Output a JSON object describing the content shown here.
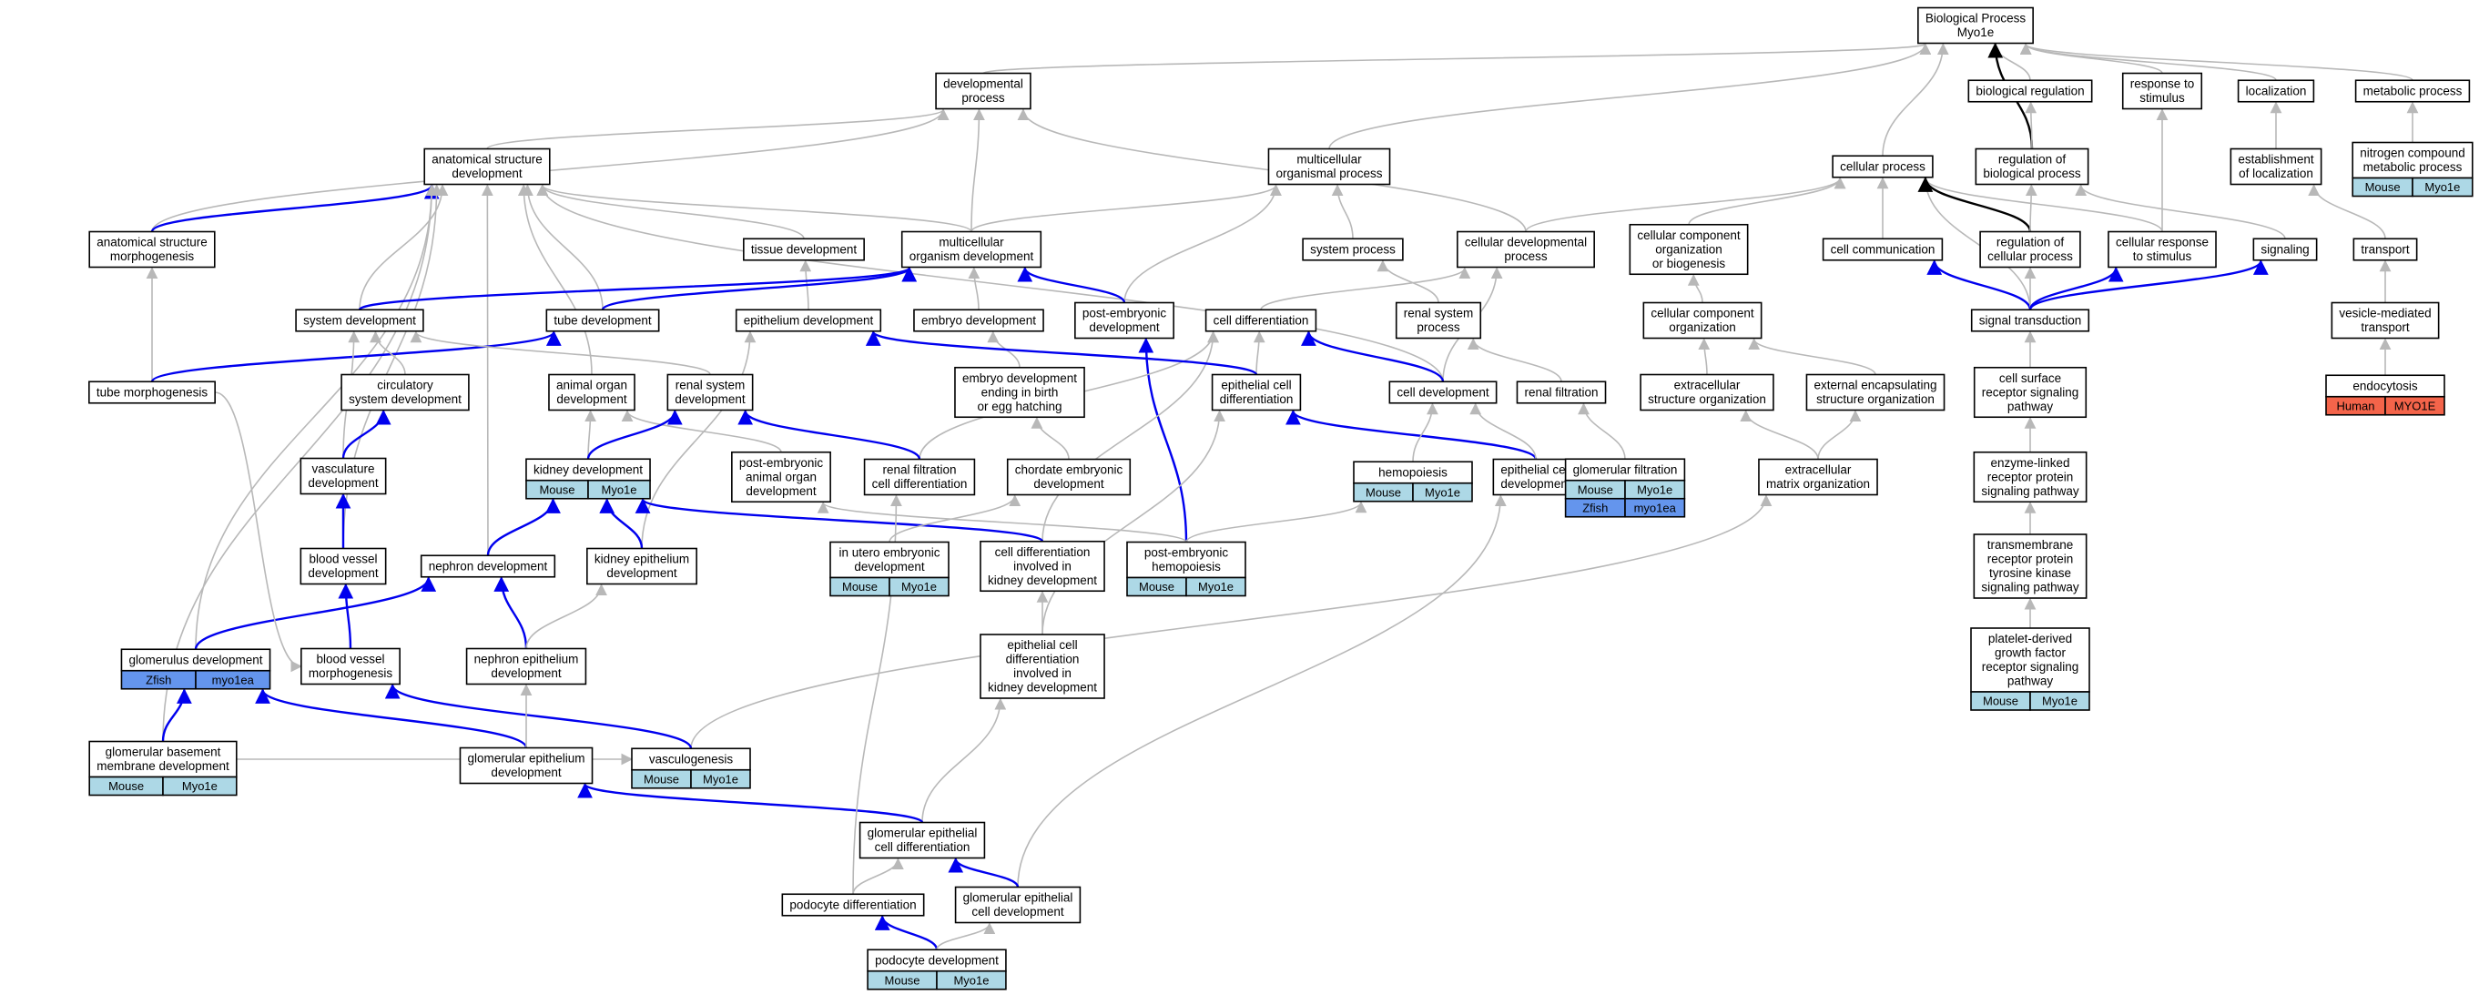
{
  "colors": {
    "mouse": "#add8e6",
    "zfish": "#6495ed",
    "human": "#f4644a",
    "gray_edge": "#b8b8b8",
    "blue_edge": "#0000ee",
    "black_edge": "#000000"
  },
  "nodes": [
    {
      "id": "bp",
      "lines": [
        "Biological Process",
        "Myo1e"
      ]
    },
    {
      "id": "dev",
      "lines": [
        "developmental",
        "process"
      ]
    },
    {
      "id": "bioreg",
      "lines": [
        "biological regulation"
      ]
    },
    {
      "id": "rts",
      "lines": [
        "response to",
        "stimulus"
      ]
    },
    {
      "id": "loc",
      "lines": [
        "localization"
      ]
    },
    {
      "id": "meta",
      "lines": [
        "metabolic process"
      ]
    },
    {
      "id": "asd",
      "lines": [
        "anatomical structure",
        "development"
      ]
    },
    {
      "id": "mop",
      "lines": [
        "multicellular",
        "organismal process"
      ]
    },
    {
      "id": "cp",
      "lines": [
        "cellular process"
      ]
    },
    {
      "id": "regbp",
      "lines": [
        "regulation of",
        "biological process"
      ]
    },
    {
      "id": "eol",
      "lines": [
        "establishment",
        "of localization"
      ]
    },
    {
      "id": "ncmp",
      "lines": [
        "nitrogen compound",
        "metabolic process"
      ],
      "species": [
        {
          "org": "Mouse",
          "gene": "Myo1e",
          "color": "mouse"
        }
      ]
    },
    {
      "id": "asm",
      "lines": [
        "anatomical structure",
        "morphogenesis"
      ]
    },
    {
      "id": "td",
      "lines": [
        "tissue development"
      ]
    },
    {
      "id": "mod",
      "lines": [
        "multicellular",
        "organism development"
      ]
    },
    {
      "id": "sp",
      "lines": [
        "system process"
      ]
    },
    {
      "id": "cdp",
      "lines": [
        "cellular developmental",
        "process"
      ]
    },
    {
      "id": "ccob",
      "lines": [
        "cellular component",
        "organization",
        "or biogenesis"
      ]
    },
    {
      "id": "cc",
      "lines": [
        "cell communication"
      ]
    },
    {
      "id": "regcp",
      "lines": [
        "regulation of",
        "cellular process"
      ]
    },
    {
      "id": "crs",
      "lines": [
        "cellular response",
        "to stimulus"
      ]
    },
    {
      "id": "sig",
      "lines": [
        "signaling"
      ]
    },
    {
      "id": "trans",
      "lines": [
        "transport"
      ]
    },
    {
      "id": "sysdev",
      "lines": [
        "system development"
      ]
    },
    {
      "id": "tubedev",
      "lines": [
        "tube development"
      ]
    },
    {
      "id": "epidev",
      "lines": [
        "epithelium development"
      ]
    },
    {
      "id": "embdev",
      "lines": [
        "embryo development"
      ]
    },
    {
      "id": "ped",
      "lines": [
        "post-embryonic",
        "development"
      ]
    },
    {
      "id": "celldiff",
      "lines": [
        "cell differentiation"
      ]
    },
    {
      "id": "rsp",
      "lines": [
        "renal system",
        "process"
      ]
    },
    {
      "id": "cco",
      "lines": [
        "cellular component",
        "organization"
      ]
    },
    {
      "id": "st",
      "lines": [
        "signal transduction"
      ]
    },
    {
      "id": "vmt",
      "lines": [
        "vesicle-mediated",
        "transport"
      ]
    },
    {
      "id": "tubemorph",
      "lines": [
        "tube morphogenesis"
      ]
    },
    {
      "id": "csd",
      "lines": [
        "circulatory",
        "system development"
      ]
    },
    {
      "id": "aod",
      "lines": [
        "animal organ",
        "development"
      ]
    },
    {
      "id": "rsd",
      "lines": [
        "renal system",
        "development"
      ]
    },
    {
      "id": "edeb",
      "lines": [
        "embryo development",
        "ending in birth",
        "or egg hatching"
      ]
    },
    {
      "id": "ecd",
      "lines": [
        "epithelial cell",
        "differentiation"
      ]
    },
    {
      "id": "celldev",
      "lines": [
        "cell development"
      ]
    },
    {
      "id": "rf",
      "lines": [
        "renal filtration"
      ]
    },
    {
      "id": "eso",
      "lines": [
        "extracellular",
        "structure organization"
      ]
    },
    {
      "id": "eeso",
      "lines": [
        "external encapsulating",
        "structure organization"
      ]
    },
    {
      "id": "csrsp",
      "lines": [
        "cell surface",
        "receptor signaling",
        "pathway"
      ]
    },
    {
      "id": "endo",
      "lines": [
        "endocytosis"
      ],
      "species": [
        {
          "org": "Human",
          "gene": "MYO1E",
          "color": "human"
        }
      ]
    },
    {
      "id": "vasdev",
      "lines": [
        "vasculature",
        "development"
      ]
    },
    {
      "id": "kd",
      "lines": [
        "kidney development"
      ],
      "species": [
        {
          "org": "Mouse",
          "gene": "Myo1e",
          "color": "mouse"
        }
      ]
    },
    {
      "id": "peaod",
      "lines": [
        "post-embryonic",
        "animal organ",
        "development"
      ]
    },
    {
      "id": "rfcd",
      "lines": [
        "renal filtration",
        "cell differentiation"
      ]
    },
    {
      "id": "ced",
      "lines": [
        "chordate embryonic",
        "development"
      ]
    },
    {
      "id": "hemo",
      "lines": [
        "hemopoiesis"
      ],
      "species": [
        {
          "org": "Mouse",
          "gene": "Myo1e",
          "color": "mouse"
        }
      ]
    },
    {
      "id": "ecdev",
      "lines": [
        "epithelial cell",
        "development"
      ]
    },
    {
      "id": "gf",
      "lines": [
        "glomerular filtration"
      ],
      "species": [
        {
          "org": "Mouse",
          "gene": "Myo1e",
          "color": "mouse"
        },
        {
          "org": "Zfish",
          "gene": "myo1ea",
          "color": "zfish"
        }
      ]
    },
    {
      "id": "ecmo",
      "lines": [
        "extracellular",
        "matrix organization"
      ]
    },
    {
      "id": "elrsp",
      "lines": [
        "enzyme-linked",
        "receptor protein",
        "signaling pathway"
      ]
    },
    {
      "id": "bvd",
      "lines": [
        "blood vessel",
        "development"
      ]
    },
    {
      "id": "nd",
      "lines": [
        "nephron development"
      ]
    },
    {
      "id": "ked",
      "lines": [
        "kidney epithelium",
        "development"
      ]
    },
    {
      "id": "iued",
      "lines": [
        "in utero embryonic",
        "development"
      ],
      "species": [
        {
          "org": "Mouse",
          "gene": "Myo1e",
          "color": "mouse"
        }
      ]
    },
    {
      "id": "cdikd",
      "lines": [
        "cell differentiation",
        "involved in",
        "kidney development"
      ]
    },
    {
      "id": "peh",
      "lines": [
        "post-embryonic",
        "hemopoiesis"
      ],
      "species": [
        {
          "org": "Mouse",
          "gene": "Myo1e",
          "color": "mouse"
        }
      ]
    },
    {
      "id": "trptk",
      "lines": [
        "transmembrane",
        "receptor protein",
        "tyrosine kinase",
        "signaling pathway"
      ]
    },
    {
      "id": "gd",
      "lines": [
        "glomerulus development"
      ],
      "species": [
        {
          "org": "Zfish",
          "gene": "myo1ea",
          "color": "zfish"
        }
      ]
    },
    {
      "id": "bvm",
      "lines": [
        "blood vessel",
        "morphogenesis"
      ]
    },
    {
      "id": "ned",
      "lines": [
        "nephron epithelium",
        "development"
      ]
    },
    {
      "id": "ecdikd",
      "lines": [
        "epithelial cell",
        "differentiation",
        "involved in",
        "kidney development"
      ]
    },
    {
      "id": "pdgf",
      "lines": [
        "platelet-derived",
        "growth factor",
        "receptor signaling",
        "pathway"
      ],
      "species": [
        {
          "org": "Mouse",
          "gene": "Myo1e",
          "color": "mouse"
        }
      ]
    },
    {
      "id": "gbmd",
      "lines": [
        "glomerular basement",
        "membrane development"
      ],
      "species": [
        {
          "org": "Mouse",
          "gene": "Myo1e",
          "color": "mouse"
        }
      ]
    },
    {
      "id": "vasc",
      "lines": [
        "vasculogenesis"
      ],
      "species": [
        {
          "org": "Mouse",
          "gene": "Myo1e",
          "color": "mouse"
        }
      ]
    },
    {
      "id": "ged",
      "lines": [
        "glomerular epithelium",
        "development"
      ]
    },
    {
      "id": "gecd",
      "lines": [
        "glomerular epithelial",
        "cell differentiation"
      ]
    },
    {
      "id": "poddiff",
      "lines": [
        "podocyte differentiation"
      ]
    },
    {
      "id": "gecdev",
      "lines": [
        "glomerular epithelial",
        "cell development"
      ]
    },
    {
      "id": "poddev",
      "lines": [
        "podocyte development"
      ],
      "species": [
        {
          "org": "Mouse",
          "gene": "Myo1e",
          "color": "mouse"
        }
      ]
    }
  ],
  "edges": [
    [
      "dev",
      "bp",
      "gray"
    ],
    [
      "bioreg",
      "bp",
      "gray"
    ],
    [
      "rts",
      "bp",
      "gray"
    ],
    [
      "loc",
      "bp",
      "gray"
    ],
    [
      "meta",
      "bp",
      "gray"
    ],
    [
      "cp",
      "bp",
      "gray"
    ],
    [
      "regbp",
      "bp",
      "black"
    ],
    [
      "mop",
      "bp",
      "gray"
    ],
    [
      "asd",
      "dev",
      "gray"
    ],
    [
      "asm",
      "dev",
      "gray"
    ],
    [
      "cdp",
      "dev",
      "gray"
    ],
    [
      "mod",
      "dev",
      "gray"
    ],
    [
      "regbp",
      "bioreg",
      "gray"
    ],
    [
      "crs",
      "rts",
      "gray"
    ],
    [
      "eol",
      "loc",
      "gray"
    ],
    [
      "ncmp",
      "meta",
      "gray"
    ],
    [
      "asm",
      "asd",
      "blue"
    ],
    [
      "td",
      "asd",
      "gray"
    ],
    [
      "mod",
      "asd",
      "gray"
    ],
    [
      "sysdev",
      "asd",
      "gray"
    ],
    [
      "tubedev",
      "asd",
      "gray"
    ],
    [
      "celldev",
      "asd",
      "gray"
    ],
    [
      "aod",
      "asd",
      "gray"
    ],
    [
      "bvd",
      "asd",
      "gray"
    ],
    [
      "nd",
      "asd",
      "gray"
    ],
    [
      "gd",
      "asd",
      "gray"
    ],
    [
      "gbmd",
      "asd",
      "gray"
    ],
    [
      "mod",
      "mop",
      "gray"
    ],
    [
      "sp",
      "mop",
      "gray"
    ],
    [
      "ped",
      "mop",
      "gray"
    ],
    [
      "cdp",
      "cp",
      "gray"
    ],
    [
      "ccob",
      "cp",
      "gray"
    ],
    [
      "cc",
      "cp",
      "gray"
    ],
    [
      "crs",
      "cp",
      "gray"
    ],
    [
      "st",
      "cp",
      "gray"
    ],
    [
      "regcp",
      "cp",
      "black"
    ],
    [
      "regcp",
      "regbp",
      "gray"
    ],
    [
      "sig",
      "regbp",
      "gray"
    ],
    [
      "trans",
      "eol",
      "gray"
    ],
    [
      "tubemorph",
      "asm",
      "gray"
    ],
    [
      "epidev",
      "td",
      "gray"
    ],
    [
      "sysdev",
      "mod",
      "blue"
    ],
    [
      "tubedev",
      "mod",
      "blue"
    ],
    [
      "embdev",
      "mod",
      "gray"
    ],
    [
      "ped",
      "mod",
      "blue"
    ],
    [
      "rsp",
      "sp",
      "gray"
    ],
    [
      "celldiff",
      "cdp",
      "gray"
    ],
    [
      "celldev",
      "cdp",
      "gray"
    ],
    [
      "cco",
      "ccob",
      "gray"
    ],
    [
      "st",
      "cc",
      "blue"
    ],
    [
      "st",
      "regcp",
      "gray"
    ],
    [
      "st",
      "crs",
      "blue"
    ],
    [
      "st",
      "sig",
      "blue"
    ],
    [
      "vmt",
      "trans",
      "gray"
    ],
    [
      "tubemorph",
      "tubedev",
      "blue"
    ],
    [
      "csd",
      "sysdev",
      "gray"
    ],
    [
      "vasdev",
      "sysdev",
      "gray"
    ],
    [
      "rsd",
      "sysdev",
      "gray"
    ],
    [
      "ked",
      "epidev",
      "gray"
    ],
    [
      "edeb",
      "embdev",
      "gray"
    ],
    [
      "peh",
      "ped",
      "blue"
    ],
    [
      "ecd",
      "celldiff",
      "gray"
    ],
    [
      "celldev",
      "celldiff",
      "blue"
    ],
    [
      "rfcd",
      "celldiff",
      "gray"
    ],
    [
      "cdikd",
      "celldiff",
      "gray"
    ],
    [
      "rf",
      "rsp",
      "gray"
    ],
    [
      "eso",
      "cco",
      "gray"
    ],
    [
      "eeso",
      "cco",
      "gray"
    ],
    [
      "csrsp",
      "st",
      "gray"
    ],
    [
      "endo",
      "vmt",
      "gray"
    ],
    [
      "vasdev",
      "csd",
      "blue"
    ],
    [
      "kd",
      "aod",
      "gray"
    ],
    [
      "peaod",
      "aod",
      "gray"
    ],
    [
      "kd",
      "rsd",
      "blue"
    ],
    [
      "rfcd",
      "rsd",
      "blue"
    ],
    [
      "ced",
      "edeb",
      "gray"
    ],
    [
      "ecd",
      "epidev",
      "blue"
    ],
    [
      "ecdikd",
      "ecd",
      "gray"
    ],
    [
      "ecdev",
      "ecd",
      "blue"
    ],
    [
      "hemo",
      "celldev",
      "gray"
    ],
    [
      "ecdev",
      "celldev",
      "gray"
    ],
    [
      "gf",
      "rf",
      "gray"
    ],
    [
      "ecmo",
      "eso",
      "gray"
    ],
    [
      "ecmo",
      "eeso",
      "gray"
    ],
    [
      "elrsp",
      "csrsp",
      "gray"
    ],
    [
      "bvd",
      "vasdev",
      "blue"
    ],
    [
      "nd",
      "kd",
      "blue"
    ],
    [
      "ked",
      "kd",
      "blue"
    ],
    [
      "cdikd",
      "kd",
      "blue"
    ],
    [
      "peh",
      "peaod",
      "gray"
    ],
    [
      "iued",
      "ced",
      "gray"
    ],
    [
      "peh",
      "hemo",
      "gray"
    ],
    [
      "gecdev",
      "ecdev",
      "gray"
    ],
    [
      "vasc",
      "ecmo",
      "gray"
    ],
    [
      "trptk",
      "elrsp",
      "gray"
    ],
    [
      "bvm",
      "bvd",
      "blue"
    ],
    [
      "gd",
      "nd",
      "blue"
    ],
    [
      "ned",
      "nd",
      "blue"
    ],
    [
      "ned",
      "ked",
      "gray"
    ],
    [
      "ecdikd",
      "cdikd",
      "gray"
    ],
    [
      "pdgf",
      "trptk",
      "gray"
    ],
    [
      "gbmd",
      "gd",
      "blue"
    ],
    [
      "ged",
      "gd",
      "blue"
    ],
    [
      "vasc",
      "bvm",
      "blue"
    ],
    [
      "ged",
      "ned",
      "gray"
    ],
    [
      "gecd",
      "ecdikd",
      "gray"
    ],
    [
      "gecd",
      "ged",
      "blue"
    ],
    [
      "poddiff",
      "gecd",
      "gray"
    ],
    [
      "gecdev",
      "gecd",
      "blue"
    ],
    [
      "poddiff",
      "rfcd",
      "gray"
    ],
    [
      "poddev",
      "poddiff",
      "blue"
    ],
    [
      "poddev",
      "gecdev",
      "gray"
    ],
    [
      "gbmd",
      "vasc",
      "gray"
    ],
    [
      "tubemorph",
      "bvm",
      "gray"
    ]
  ]
}
